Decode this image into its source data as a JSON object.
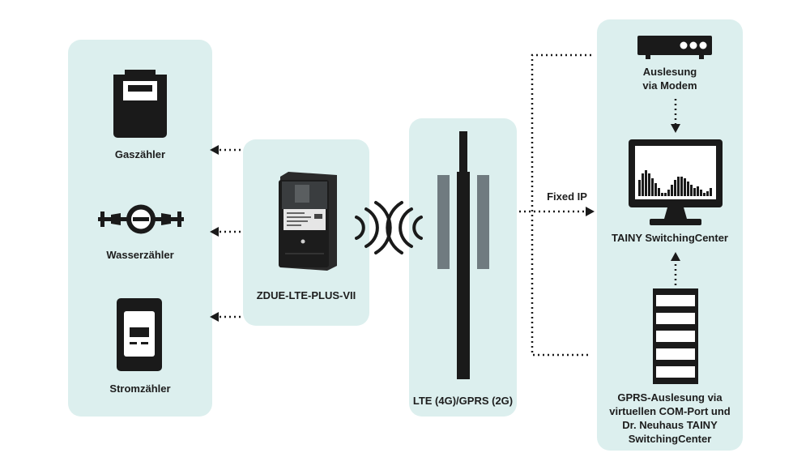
{
  "meters": {
    "gas": "Gaszähler",
    "water": "Wasserzähler",
    "electric": "Stromzähler"
  },
  "device": {
    "label": "ZDUE-LTE-PLUS-VII"
  },
  "tower": {
    "label": "LTE (4G)/GPRS (2G)"
  },
  "link": {
    "fixed_ip": "Fixed IP"
  },
  "center": {
    "modem_label": "Auslesung\nvia Modem",
    "monitor_label": "TAINY SwitchingCenter",
    "server_label": "GPRS-Auslesung via\nvirtuellen COM-Port und\nDr. Neuhaus TAINY\nSwitchingCenter"
  },
  "colors": {
    "panel": "#dcefee",
    "dark": "#1a1a1a",
    "antenna_side": "#707b80"
  },
  "icons": [
    "gas-meter-icon",
    "water-meter-icon",
    "electric-meter-icon",
    "smart-meter-gateway-icon",
    "radio-waves-icon",
    "antenna-mast-icon",
    "modem-icon",
    "monitor-chart-icon",
    "server-rack-icon"
  ]
}
